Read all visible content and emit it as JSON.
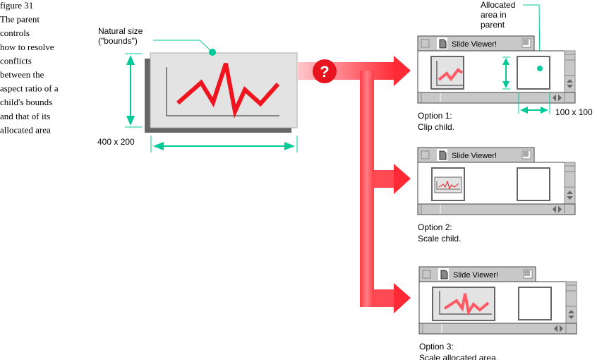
{
  "caption": {
    "lines": [
      "figure 31",
      "The parent",
      "controls",
      "how to resolve",
      "conflicts",
      "between the",
      "aspect ratio of a",
      "child's bounds",
      "and that of its",
      "allocated area"
    ]
  },
  "natural": {
    "label_line1": "Natural size",
    "label_line2": "(\"bounds\")",
    "size": "400 x 200"
  },
  "question_mark": "?",
  "allocated_label": [
    "Allocated",
    "area in",
    "parent"
  ],
  "allocated_size": "100 x 100",
  "windows": [
    {
      "title": "Slide Viewer!",
      "option": "Option 1:",
      "description": "Clip child."
    },
    {
      "title": "Slide Viewer!",
      "option": "Option 2:",
      "description": "Scale child."
    },
    {
      "title": "Slide Viewer!",
      "option": "Option 3:",
      "description": "Scale allocated area."
    }
  ],
  "colors": {
    "accent": "#00c99a",
    "red": "#f0141e",
    "chart_line": "#ff5a64",
    "panel": "#e3e3e3",
    "shadow": "#666666"
  }
}
